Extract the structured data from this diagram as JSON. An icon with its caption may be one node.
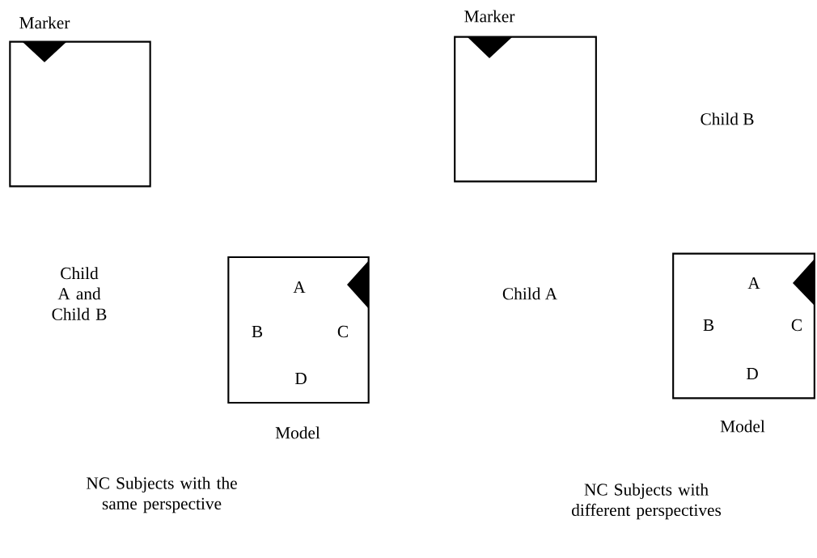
{
  "diagram": {
    "nodes": [
      {
        "text": [
          "Marker"
        ]
      },
      {
        "text": [
          "A",
          "B",
          "C",
          "D"
        ],
        "beside": [
          "Model"
        ]
      },
      {
        "text": [
          "Marker"
        ]
      },
      {
        "text": [
          "A",
          "B",
          "C",
          "D"
        ],
        "beside": [
          "Model"
        ]
      }
    ],
    "labels": [
      "Child A and Child B",
      "Child B",
      "Child A",
      "NC Subjects with the same perspective",
      "NC Subjects with different perspectives"
    ]
  }
}
